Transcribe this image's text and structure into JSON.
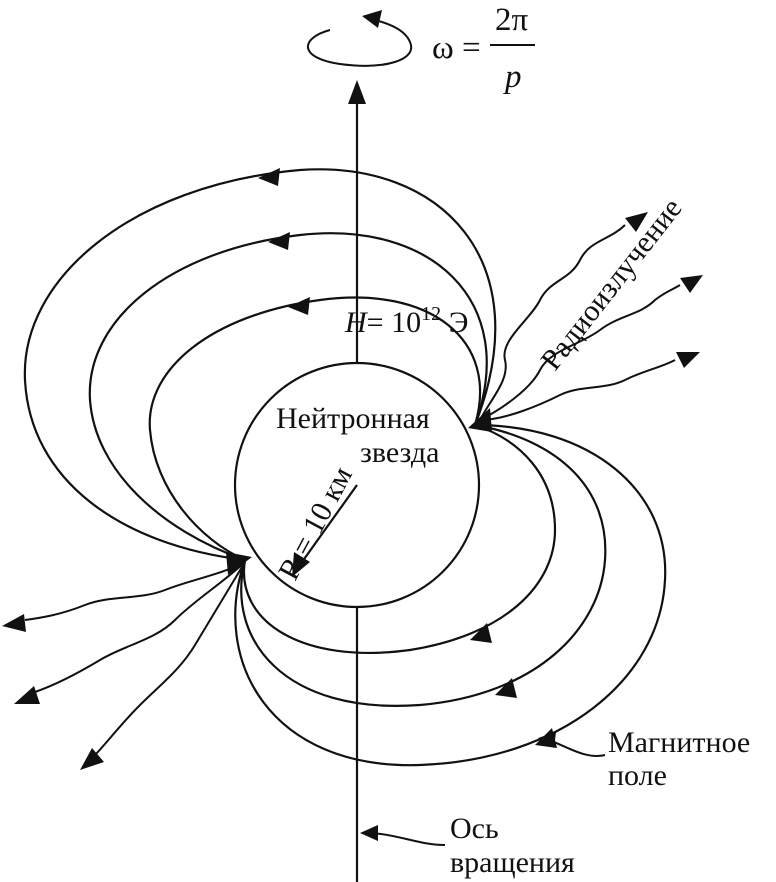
{
  "formula": {
    "lhs": "ω =",
    "numerator": "2π",
    "denominator": "p"
  },
  "field_strength": {
    "symbol": "H",
    "value": "= 10",
    "exponent": "12",
    "unit": " Э"
  },
  "star": {
    "line1": "Нейтронная",
    "line2": "звезда"
  },
  "radius_label": "R = 10 км",
  "radiation_label": "Радиоизлучение",
  "magnetic_field": {
    "line1": "Магнитное",
    "line2": "поле"
  },
  "rotation_axis": {
    "line1": "Ось",
    "line2": "вращения"
  }
}
